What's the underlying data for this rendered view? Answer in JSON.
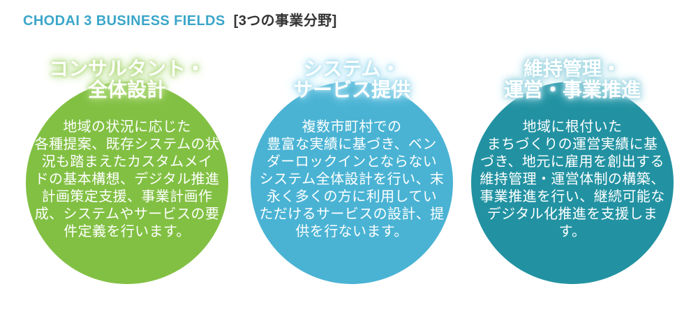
{
  "header": {
    "title_en": "CHODAI 3 BUSINESS FIELDS",
    "title_ja": "[3つの事業分野]",
    "accent_color": "#3ba6c9",
    "ja_color": "#333333"
  },
  "text_color": "#ffffff",
  "fields": [
    {
      "title_lines": [
        "コンサルタント・",
        "全体設計"
      ],
      "body_lines": [
        "地域の状況に応じた",
        "各種提案、既存システムの状",
        "況も踏まえたカスタムメイ",
        "ドの基本構想、デジタル推進",
        "計画策定支援、事業計画作",
        "成、システムやサービスの要",
        "件定義を行います。"
      ],
      "circle_color": "#82c043",
      "glow_color": "#b3db82"
    },
    {
      "title_lines": [
        "システム・",
        "サービス提供"
      ],
      "body_lines": [
        "複数市町村での",
        "豊富な実績に基づき、ベン",
        "ダーロックインとならない",
        "システム全体設計を行い、末",
        "永く多くの方に利用してい",
        "ただけるサービスの設計、提",
        "供を行ないます。"
      ],
      "circle_color": "#4ab3d4",
      "glow_color": "#a5ddef"
    },
    {
      "title_lines": [
        "維持管理・",
        "運営・事業推進"
      ],
      "body_lines": [
        "地域に根付いた",
        "まちづくりの運営実績に基",
        "づき、地元に雇用を創出する",
        "維持管理・運営体制の構築、",
        "事業推進を行い、継続可能な",
        "デジタル化推進を支援しま",
        "す。"
      ],
      "circle_color": "#2292a2",
      "glow_color": "#a6d9e4"
    }
  ]
}
